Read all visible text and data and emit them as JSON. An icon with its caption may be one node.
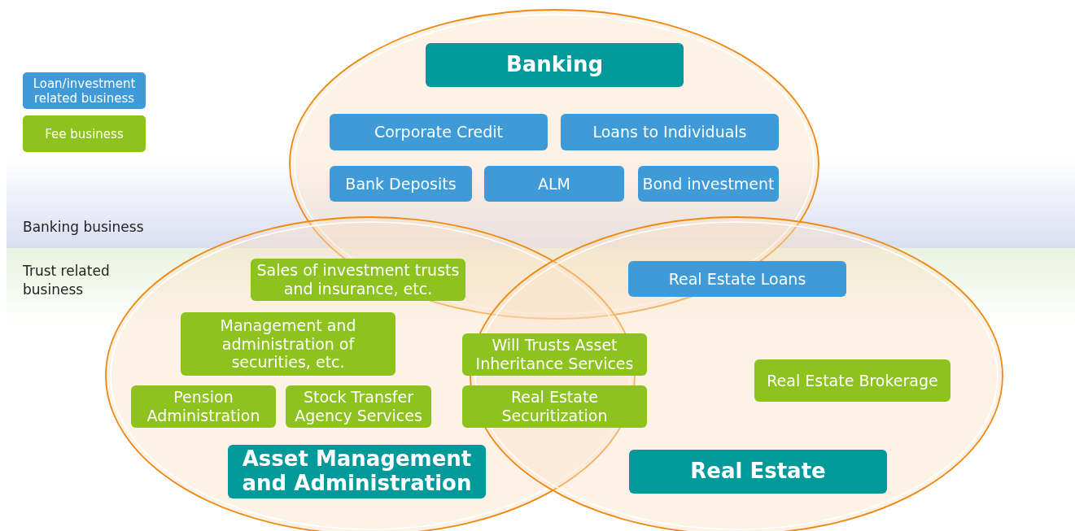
{
  "diagram": {
    "nodes": [
      {
        "text": [],
        "shape": "ellipse"
      },
      {
        "text": [],
        "shape": "ellipse"
      },
      {
        "text": [],
        "shape": "ellipse"
      },
      {
        "text": [
          "Banking"
        ],
        "in": 0
      },
      {
        "text": [
          "Corporate Credit"
        ],
        "in": 0
      },
      {
        "text": [
          "Loans to Individuals"
        ],
        "in": 0
      },
      {
        "text": [
          "Bank Deposits"
        ],
        "in": 0
      },
      {
        "text": [
          "ALM"
        ],
        "in": 0
      },
      {
        "text": [
          "Bond investment"
        ],
        "in": 0
      },
      {
        "text": [
          "Sales of investment trusts and insurance, etc."
        ],
        "in": 1
      },
      {
        "text": [
          "Real Estate Loans"
        ],
        "in": 2
      },
      {
        "text": [
          "Management and administration of securities, etc."
        ],
        "in": 1
      },
      {
        "text": [
          "Will Trusts Asset Inheritance Services"
        ],
        "in": 2
      },
      {
        "text": [
          "Real Estate Brokerage"
        ],
        "in": 2
      },
      {
        "text": [
          "Pension Administration"
        ],
        "in": 1
      },
      {
        "text": [
          "Stock Transfer Agency Services"
        ],
        "in": 1
      },
      {
        "text": [
          "Real Estate Securitization"
        ],
        "in": 2
      },
      {
        "text": [
          "Asset Management and Administration"
        ],
        "in": 1
      },
      {
        "text": [
          "Real Estate"
        ],
        "in": 2
      }
    ],
    "labels": [
      "Banking business",
      "Trust related business"
    ],
    "legend": [
      {
        "text": "Loan/investment related business",
        "color": "#3f9bd8"
      },
      {
        "text": "Fee business",
        "color": "#8dc21f"
      }
    ]
  }
}
